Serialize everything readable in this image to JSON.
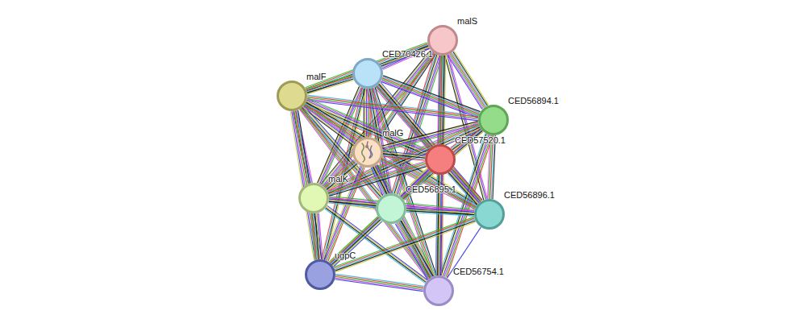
{
  "diagram": {
    "nodes": [
      {
        "text": [
          "malS"
        ]
      },
      {
        "text": [
          "CED70426.1"
        ]
      },
      {
        "text": [
          "malF"
        ]
      },
      {
        "text": [
          "CED56894.1"
        ]
      },
      {
        "text": [
          "malG"
        ]
      },
      {
        "text": [
          "CED57520.1"
        ]
      },
      {
        "text": [
          "malK"
        ]
      },
      {
        "text": [
          "CED56895.1"
        ]
      },
      {
        "text": [
          "CED56896.1"
        ]
      },
      {
        "text": [
          "ugpC"
        ]
      },
      {
        "text": [
          "CED56754.1"
        ]
      }
    ],
    "edges": [
      {
        "from": 0,
        "to": 1,
        "arrow": "none"
      },
      {
        "from": 0,
        "to": 2,
        "arrow": "none"
      },
      {
        "from": 0,
        "to": 3,
        "arrow": "none"
      },
      {
        "from": 0,
        "to": 4,
        "arrow": "none"
      },
      {
        "from": 0,
        "to": 5,
        "arrow": "none"
      },
      {
        "from": 0,
        "to": 6,
        "arrow": "none"
      },
      {
        "from": 0,
        "to": 7,
        "arrow": "none"
      },
      {
        "from": 0,
        "to": 8,
        "arrow": "none"
      },
      {
        "from": 0,
        "to": 10,
        "arrow": "none"
      },
      {
        "from": 1,
        "to": 2,
        "arrow": "none"
      },
      {
        "from": 1,
        "to": 3,
        "arrow": "none"
      },
      {
        "from": 1,
        "to": 4,
        "arrow": "none"
      },
      {
        "from": 1,
        "to": 5,
        "arrow": "none"
      },
      {
        "from": 1,
        "to": 6,
        "arrow": "none"
      },
      {
        "from": 1,
        "to": 7,
        "arrow": "none"
      },
      {
        "from": 1,
        "to": 8,
        "arrow": "none"
      },
      {
        "from": 1,
        "to": 9,
        "arrow": "none"
      },
      {
        "from": 1,
        "to": 10,
        "arrow": "none"
      },
      {
        "from": 2,
        "to": 3,
        "arrow": "none"
      },
      {
        "from": 2,
        "to": 4,
        "arrow": "none"
      },
      {
        "from": 2,
        "to": 5,
        "arrow": "none"
      },
      {
        "from": 2,
        "to": 6,
        "arrow": "none"
      },
      {
        "from": 2,
        "to": 7,
        "arrow": "none"
      },
      {
        "from": 2,
        "to": 8,
        "arrow": "none"
      },
      {
        "from": 2,
        "to": 9,
        "arrow": "none"
      },
      {
        "from": 2,
        "to": 10,
        "arrow": "none"
      },
      {
        "from": 3,
        "to": 4,
        "arrow": "none"
      },
      {
        "from": 3,
        "to": 5,
        "arrow": "none"
      },
      {
        "from": 3,
        "to": 6,
        "arrow": "none"
      },
      {
        "from": 3,
        "to": 7,
        "arrow": "none"
      },
      {
        "from": 3,
        "to": 8,
        "arrow": "none"
      },
      {
        "from": 3,
        "to": 10,
        "arrow": "none"
      },
      {
        "from": 4,
        "to": 5,
        "arrow": "none"
      },
      {
        "from": 4,
        "to": 6,
        "arrow": "none"
      },
      {
        "from": 4,
        "to": 7,
        "arrow": "none"
      },
      {
        "from": 4,
        "to": 8,
        "arrow": "none"
      },
      {
        "from": 4,
        "to": 9,
        "arrow": "none"
      },
      {
        "from": 4,
        "to": 10,
        "arrow": "none"
      },
      {
        "from": 5,
        "to": 6,
        "arrow": "none"
      },
      {
        "from": 5,
        "to": 7,
        "arrow": "none"
      },
      {
        "from": 5,
        "to": 8,
        "arrow": "none"
      },
      {
        "from": 5,
        "to": 9,
        "arrow": "none"
      },
      {
        "from": 5,
        "to": 10,
        "arrow": "none"
      },
      {
        "from": 6,
        "to": 7,
        "arrow": "none"
      },
      {
        "from": 6,
        "to": 8,
        "arrow": "none"
      },
      {
        "from": 6,
        "to": 9,
        "arrow": "none"
      },
      {
        "from": 6,
        "to": 10,
        "arrow": "none"
      },
      {
        "from": 7,
        "to": 8,
        "arrow": "none"
      },
      {
        "from": 7,
        "to": 9,
        "arrow": "none"
      },
      {
        "from": 7,
        "to": 10,
        "arrow": "none"
      },
      {
        "from": 8,
        "to": 9,
        "arrow": "none"
      },
      {
        "from": 8,
        "to": 10,
        "arrow": "none"
      },
      {
        "from": 9,
        "to": 10,
        "arrow": "none"
      }
    ]
  }
}
